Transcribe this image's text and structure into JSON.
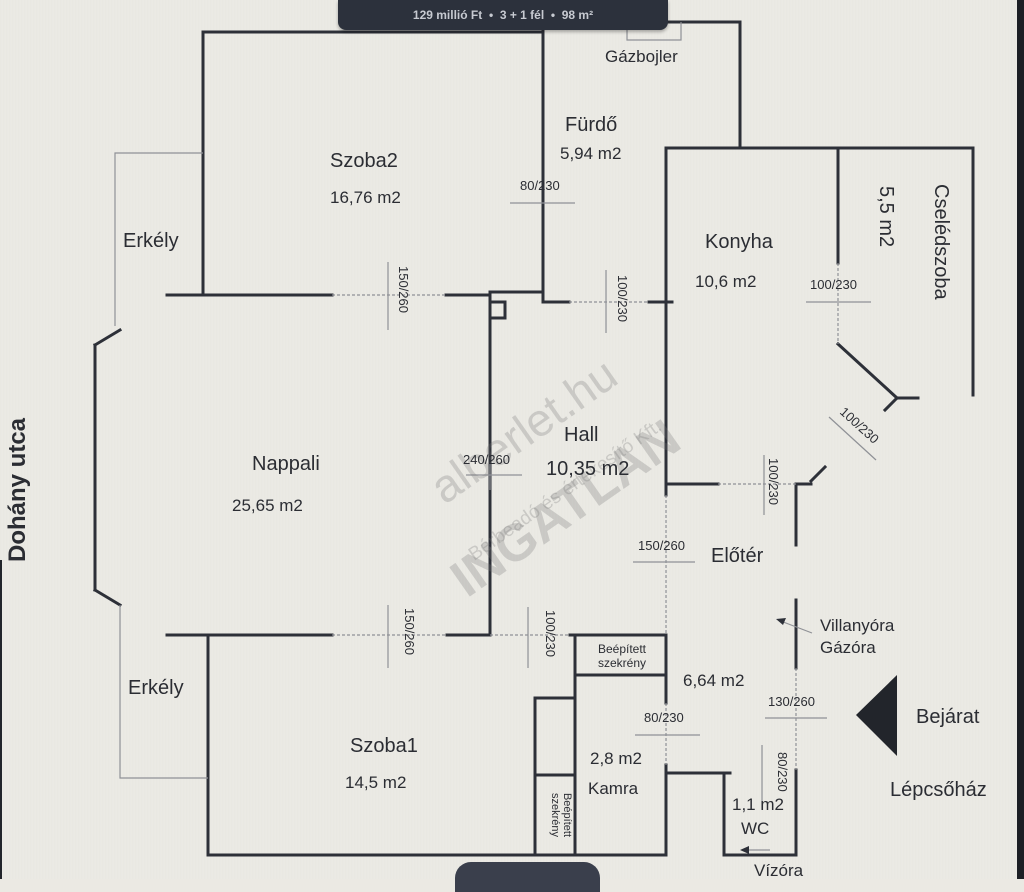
{
  "listing_bar": {
    "price": "129 millió Ft",
    "rooms": "3 + 1 fél",
    "size": "98 m²",
    "separator": "•"
  },
  "street": "Dohány utca",
  "rooms": {
    "szoba2": {
      "name": "Szoba2",
      "area": "16,76 m2"
    },
    "furdo": {
      "name": "Fürdő",
      "area": "5,94 m2"
    },
    "gazbojler": "Gázbojler",
    "konyha": {
      "name": "Konyha",
      "area": "10,6 m2"
    },
    "cseledszoba": {
      "name": "Cselédszoba",
      "area": "5,5 m2"
    },
    "erkely_top": "Erkély",
    "nappali": {
      "name": "Nappali",
      "area": "25,65 m2"
    },
    "hall": {
      "name": "Hall",
      "area": "10,35 m2"
    },
    "eloter": {
      "name": "Előtér",
      "area": "6,64 m2"
    },
    "erkely_bottom": "Erkély",
    "szoba1": {
      "name": "Szoba1",
      "area": "14,5 m2"
    },
    "kamra": {
      "name": "Kamra",
      "area": "2,8 m2"
    },
    "wc": {
      "name": "WC",
      "area": "1,1 m2"
    },
    "beepitett_top": [
      "Beépített",
      "szekrény"
    ],
    "beepitett_side": [
      "Beépített",
      "szekrény"
    ]
  },
  "annotations": {
    "villanyora": "Villanyóra",
    "gazora": "Gázóra",
    "bejarat": "Bejárat",
    "lepcsohaz": "Lépcsőház",
    "vizora": "Vízóra"
  },
  "doors": {
    "furdo": "80/230",
    "szoba2": "150/260",
    "hall_top": "100/230",
    "konyha": "100/230",
    "cseled": "100/230",
    "konyha_side": "100/230",
    "nappali": "240/260",
    "eloter": "150/260",
    "szoba1": "150/260",
    "szoba1_side": "100/230",
    "kamra": "80/230",
    "bejarat": "130/260",
    "wc": "80/230"
  },
  "watermark": {
    "line1": "alberlet.hu",
    "line2": "INGATLAN",
    "line3": "Bérbeadó és értékesítő Kft."
  },
  "colors": {
    "wall": "#2d3038",
    "background": "#ebe9e3",
    "overlay": "#2c313c"
  }
}
